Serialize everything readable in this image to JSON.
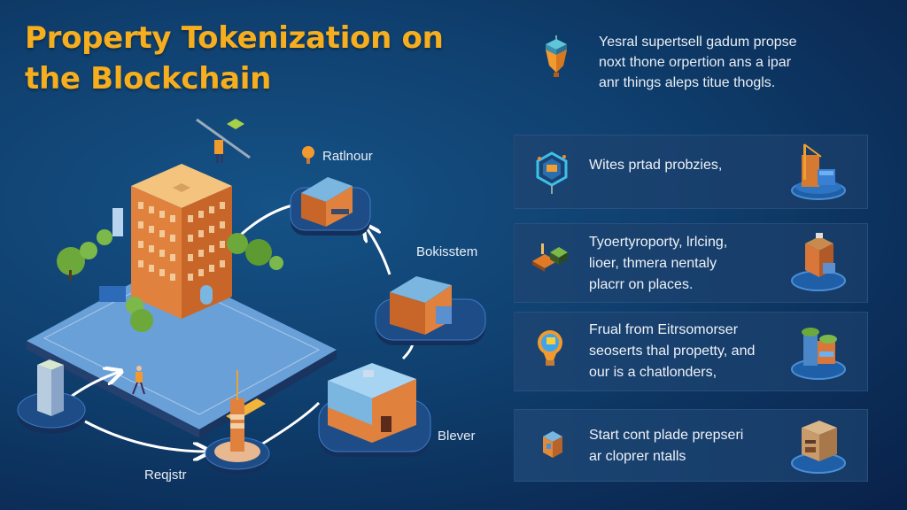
{
  "title": {
    "line1": "Property Tokenization on",
    "line2": "the Blockchain"
  },
  "intro": {
    "icon": "lightbulb-token-icon",
    "lines": [
      "Yesral supertsell gadum propse",
      "noxt thone orpertion ans a ipar",
      "anr things aleps titue thogls."
    ]
  },
  "cards": [
    {
      "icon": "hexagon-chip-icon",
      "thumb": "construction-site-thumbnail",
      "lines": [
        "Wites prtad probzies,"
      ]
    },
    {
      "icon": "land-parcel-icon",
      "thumb": "building-block-thumbnail",
      "lines": [
        "Tyoertyroporty, lrlcing,",
        "lioer, thmera nentaly",
        "placrr on places."
      ]
    },
    {
      "icon": "lightbulb-icon",
      "thumb": "green-roof-building-thumbnail",
      "lines": [
        "Frual from Eitrsomorser",
        "seoserts thal propetty, and",
        "our is a chatlonders,"
      ]
    },
    {
      "icon": "token-cube-icon",
      "thumb": "storefront-building-thumbnail",
      "lines": [
        "Start cont plade prepseri",
        "ar cloprer ntalls"
      ]
    }
  ],
  "diagram": {
    "labels": {
      "top": "Ratlnour",
      "right_mid": "Bokisstem",
      "bottom_right": "Blever",
      "bottom_left": "Reqjstr"
    }
  },
  "colors": {
    "title": "#f7ae1e",
    "background": "#0f3f6e",
    "card": "#1b4472",
    "building": "#e0813e",
    "platform": "#6aa0d8"
  }
}
